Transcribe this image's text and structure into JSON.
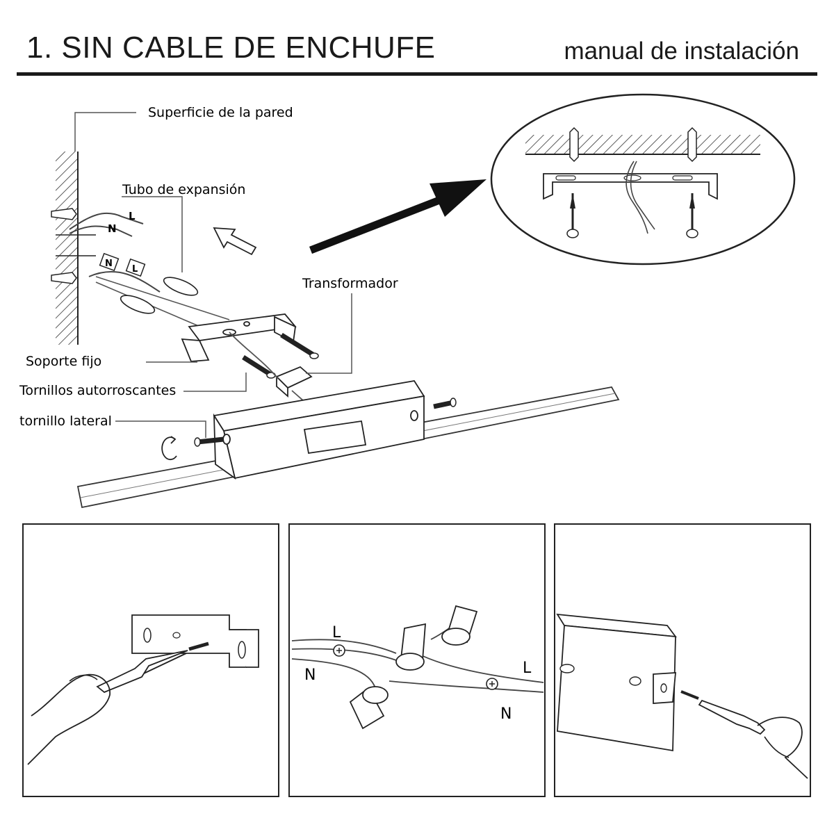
{
  "header": {
    "title": "1. SIN CABLE DE ENCHUFE",
    "subtitle": "manual de instalación"
  },
  "labels": {
    "wall_surface": "Superficie de la pared",
    "expansion_tube": "Tubo de expansión",
    "transformer": "Transformador",
    "fixed_bracket": "Soporte fijo",
    "self_tapping_screws": "Tornillos autorroscantes",
    "side_screw": "tornillo lateral"
  },
  "wire_marks": {
    "live": "L",
    "neutral": "N"
  },
  "panel2": {
    "live_left": "L",
    "neutral_left": "N",
    "live_right": "L",
    "neutral_right": "N"
  }
}
